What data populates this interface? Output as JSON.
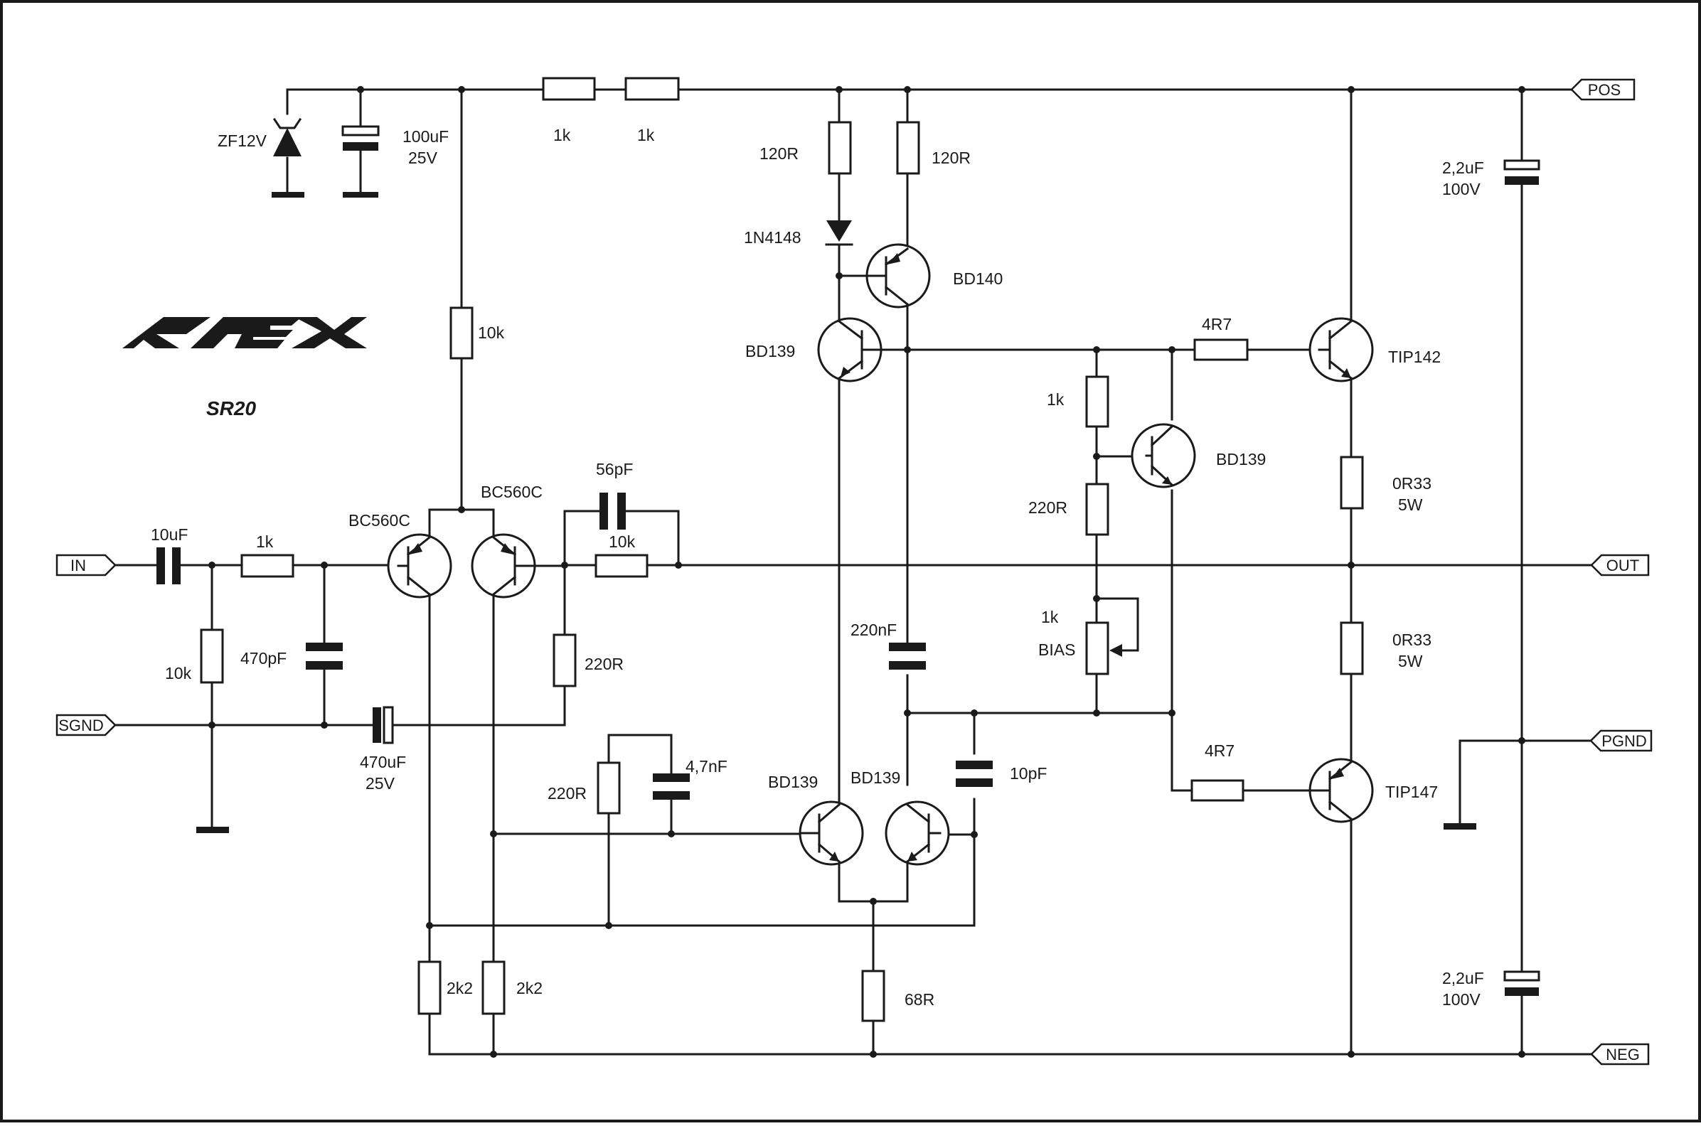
{
  "diagram": {
    "brand_logo": "APEX",
    "model": "SR20",
    "ports": {
      "in": "IN",
      "sgnd": "SGND",
      "pos": "POS",
      "out": "OUT",
      "pgnd": "PGND",
      "neg": "NEG"
    },
    "labels": {
      "zener": "ZF12V",
      "c_supply_1": "100uF",
      "c_supply_2": "25V",
      "r_feed_1": "1k",
      "r_feed_2": "1k",
      "r_vas_1": "120R",
      "r_vas_2": "120R",
      "diode": "1N4148",
      "q_bd140": "BD140",
      "q_bd139_top": "BD139",
      "r_10k_mid": "10k",
      "c_in": "10uF",
      "r_in": "1k",
      "r_in_gnd": "10k",
      "c_470p": "470pF",
      "q_bc560c_1": "BC560C",
      "q_bc560c_2": "BC560C",
      "c_56p": "56pF",
      "r_fb": "10k",
      "r_220_fb": "220R",
      "c_470u_1": "470uF",
      "c_470u_2": "25V",
      "r_220_low": "220R",
      "c_4n7": "4,7nF",
      "q_bd139_low_1": "BD139",
      "q_bd139_low_2": "BD139",
      "c_10p": "10pF",
      "r_2k2_a": "2k2",
      "r_2k2_b": "2k2",
      "r_68": "68R",
      "c_220n": "220nF",
      "r_bias_1k": "1k",
      "r_bias_220": "220R",
      "pot_1k": "1k",
      "pot_bias": "BIAS",
      "q_bd139_bias": "BD139",
      "r_4r7_top": "4R7",
      "r_4r7_bot": "4R7",
      "q_tip142": "TIP142",
      "q_tip147": "TIP147",
      "r_0r33_a1": "0R33",
      "r_0r33_a2": "5W",
      "r_0r33_b1": "0R33",
      "r_0r33_b2": "5W",
      "c_pos_1": "2,2uF",
      "c_pos_2": "100V",
      "c_neg_1": "2,2uF",
      "c_neg_2": "100V"
    }
  }
}
